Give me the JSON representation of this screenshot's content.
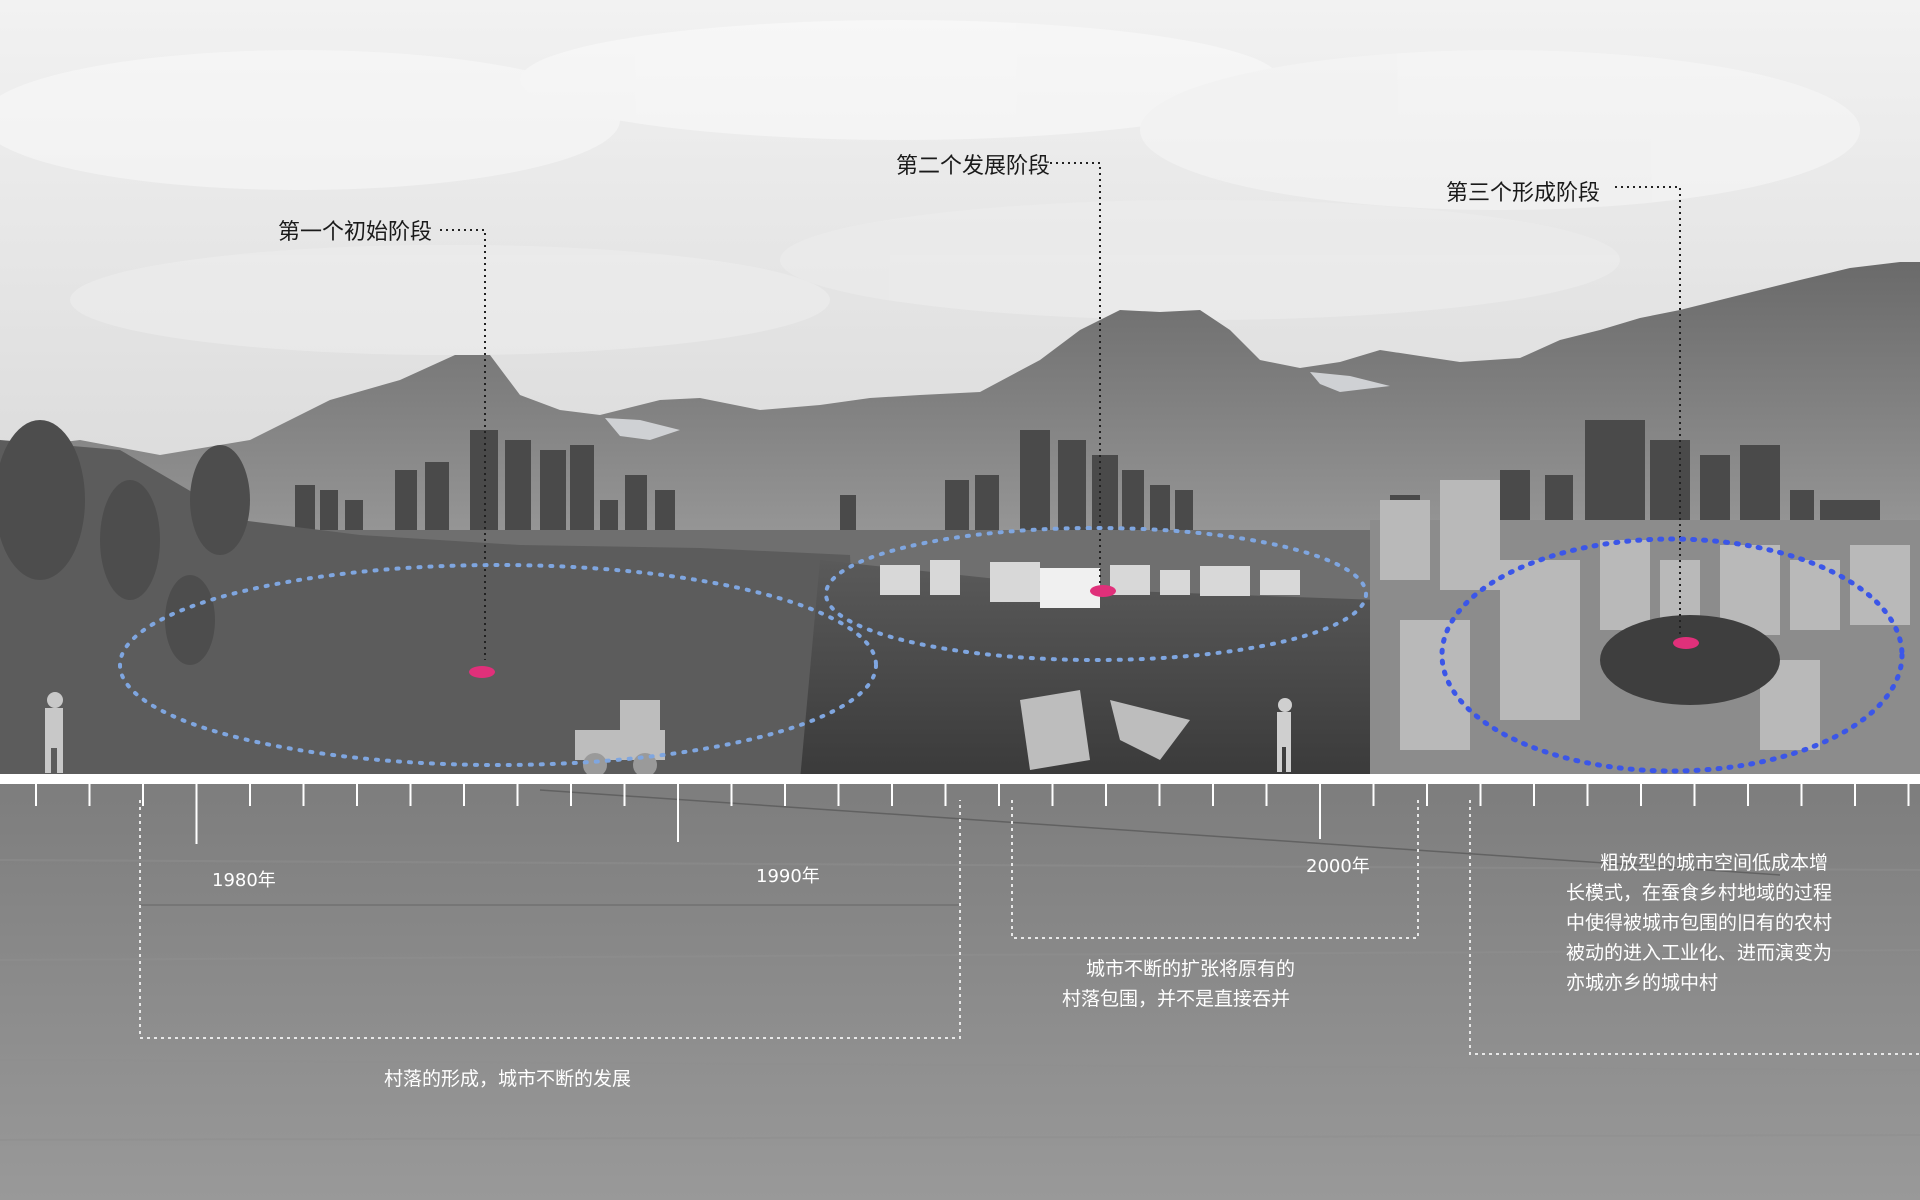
{
  "stages": [
    {
      "label": "第一个初始阶段"
    },
    {
      "label": "第二个发展阶段"
    },
    {
      "label": "第三个形成阶段"
    }
  ],
  "timeline": {
    "years": [
      "1980年",
      "1990年",
      "2000年"
    ]
  },
  "descriptions": {
    "stage1": "村落的形成，城市不断的发展",
    "stage2": [
      "城市不断的扩张将原有的",
      "村落包围，并不是直接吞并"
    ],
    "stage3": [
      "粗放型的城市空间低成本增",
      "长模式，在蚕食乡村地域的过程",
      "中使得被城市包围的旧有的农村",
      "被动的进入工业化、进而演变为",
      "亦城亦乡的城中村"
    ]
  },
  "colors": {
    "sky": "#e6e6e6",
    "ground": "#7c7c7c",
    "timeline": "#ffffff",
    "marker": "#e0307a",
    "ellipse_light": "#7fa6e0",
    "ellipse_strong": "#3b56e8"
  }
}
